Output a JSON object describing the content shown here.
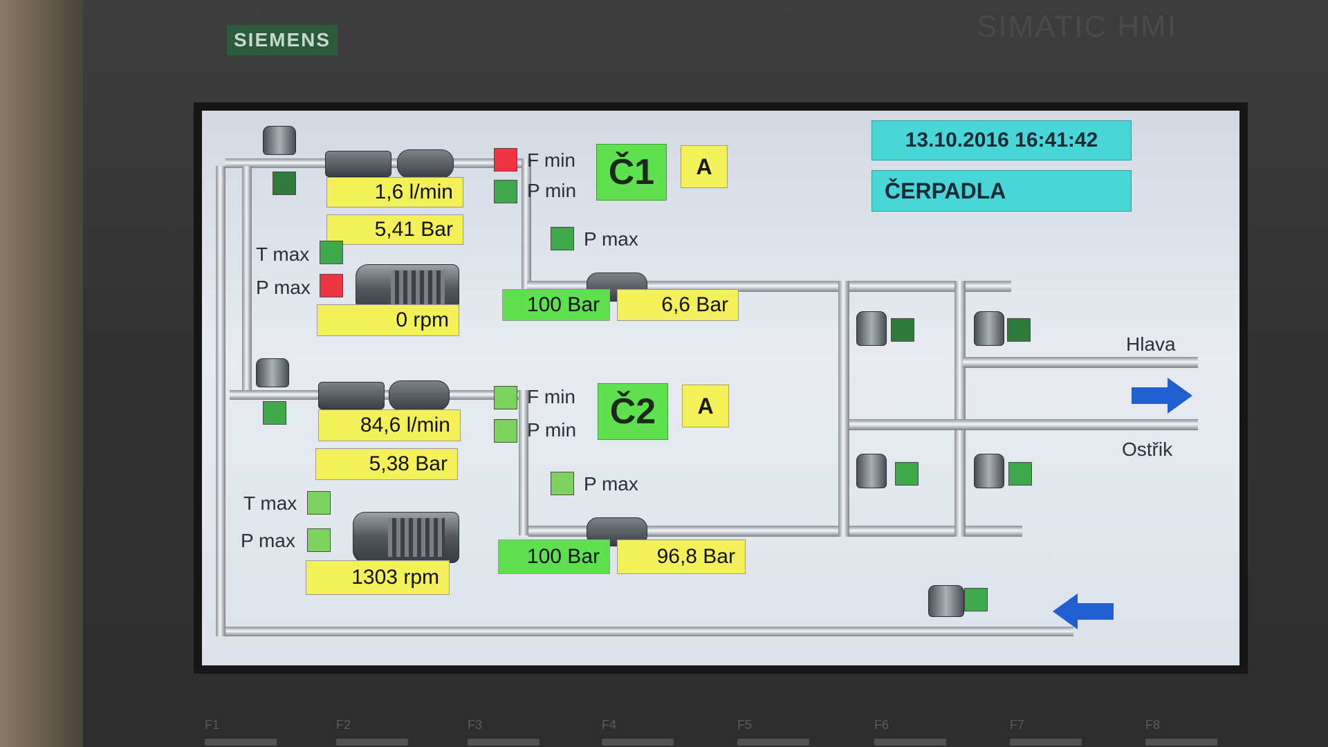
{
  "bezel": {
    "brand": "SIEMENS",
    "product": "SIMATIC HMI",
    "function_keys": [
      "F1",
      "F2",
      "F3",
      "F4",
      "F5",
      "F6",
      "F7",
      "F8"
    ]
  },
  "header": {
    "datetime": "13.10.2016 16:41:42",
    "screen_title": "ČERPADLA"
  },
  "pump1": {
    "id": "Č1",
    "mode": "A",
    "flow": "1,6 l/min",
    "inlet_pressure": "5,41 Bar",
    "speed": "0 rpm",
    "pressure_setpoint": "100 Bar",
    "outlet_pressure": "6,6 Bar",
    "labels": {
      "f_min": "F min",
      "p_min": "P min",
      "p_max_out": "P max",
      "t_max": "T max",
      "p_max_motor": "P max"
    },
    "status": {
      "f_min": "alarm",
      "p_min": "ok",
      "p_max_out": "ok",
      "t_max": "ok",
      "p_max_motor": "alarm",
      "filter": "ok"
    }
  },
  "pump2": {
    "id": "Č2",
    "mode": "A",
    "flow": "84,6 l/min",
    "inlet_pressure": "5,38 Bar",
    "speed": "1303 rpm",
    "pressure_setpoint": "100 Bar",
    "outlet_pressure": "96,8 Bar",
    "labels": {
      "f_min": "F min",
      "p_min": "P min",
      "p_max_out": "P max",
      "t_max": "T max",
      "p_max_motor": "P max"
    },
    "status": {
      "f_min": "ok",
      "p_min": "ok",
      "p_max_out": "ok",
      "t_max": "ok",
      "p_max_motor": "ok",
      "filter": "ok"
    }
  },
  "outputs": {
    "line1": "Hlava",
    "line2": "Ostřik"
  },
  "colors": {
    "ok": "#3fa84a",
    "alarm": "#ee3440",
    "value_bg": "#f4f05a",
    "setpoint_bg": "#5fe050",
    "header_bg": "#48d6d8",
    "arrow": "#1f5fcf"
  }
}
